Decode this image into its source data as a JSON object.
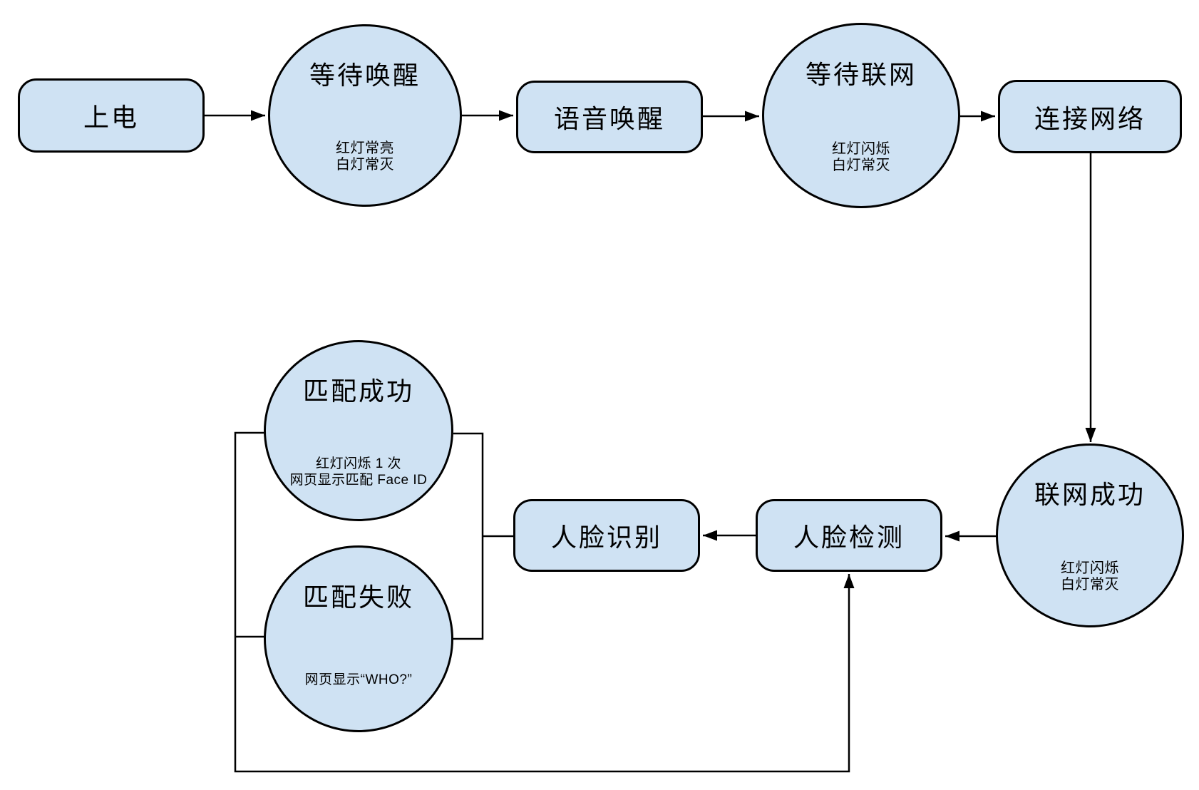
{
  "diagram": {
    "colors": {
      "node_fill": "#cfe2f3",
      "node_stroke": "#000000",
      "edge_stroke": "#000000",
      "background": "#ffffff"
    },
    "nodes": {
      "power_on": {
        "shape": "rect",
        "label": "上电"
      },
      "wait_wake": {
        "shape": "ellipse",
        "label": "等待唤醒",
        "status_lines": [
          "红灯常亮",
          "白灯常灭"
        ]
      },
      "voice_wake": {
        "shape": "rect",
        "label": "语音唤醒"
      },
      "wait_network": {
        "shape": "ellipse",
        "label": "等待联网",
        "status_lines": [
          "红灯闪烁",
          "白灯常灭"
        ]
      },
      "connect_network": {
        "shape": "rect",
        "label": "连接网络"
      },
      "network_success": {
        "shape": "ellipse",
        "label": "联网成功",
        "status_lines": [
          "红灯闪烁",
          "白灯常灭"
        ]
      },
      "face_detect": {
        "shape": "rect",
        "label": "人脸检测"
      },
      "face_recognize": {
        "shape": "rect",
        "label": "人脸识别"
      },
      "match_success": {
        "shape": "ellipse",
        "label": "匹配成功",
        "status_lines": [
          "红灯闪烁 1 次",
          "网页显示匹配 Face ID"
        ]
      },
      "match_fail": {
        "shape": "ellipse",
        "label": "匹配失败",
        "status_lines": [
          "网页显示“WHO?”"
        ]
      }
    },
    "edges": [
      {
        "from": "power_on",
        "to": "wait_wake",
        "arrow": true
      },
      {
        "from": "wait_wake",
        "to": "voice_wake",
        "arrow": true
      },
      {
        "from": "voice_wake",
        "to": "wait_network",
        "arrow": true
      },
      {
        "from": "wait_network",
        "to": "connect_network",
        "arrow": true
      },
      {
        "from": "connect_network",
        "to": "network_success",
        "arrow": true
      },
      {
        "from": "network_success",
        "to": "face_detect",
        "arrow": true
      },
      {
        "from": "face_detect",
        "to": "face_recognize",
        "arrow": true
      },
      {
        "from": "face_recognize",
        "to": "match_success",
        "arrow": false
      },
      {
        "from": "face_recognize",
        "to": "match_fail",
        "arrow": false
      },
      {
        "from": "match_success",
        "to": "face_detect",
        "arrow": true
      },
      {
        "from": "match_fail",
        "to": "face_detect",
        "arrow": true
      }
    ]
  }
}
